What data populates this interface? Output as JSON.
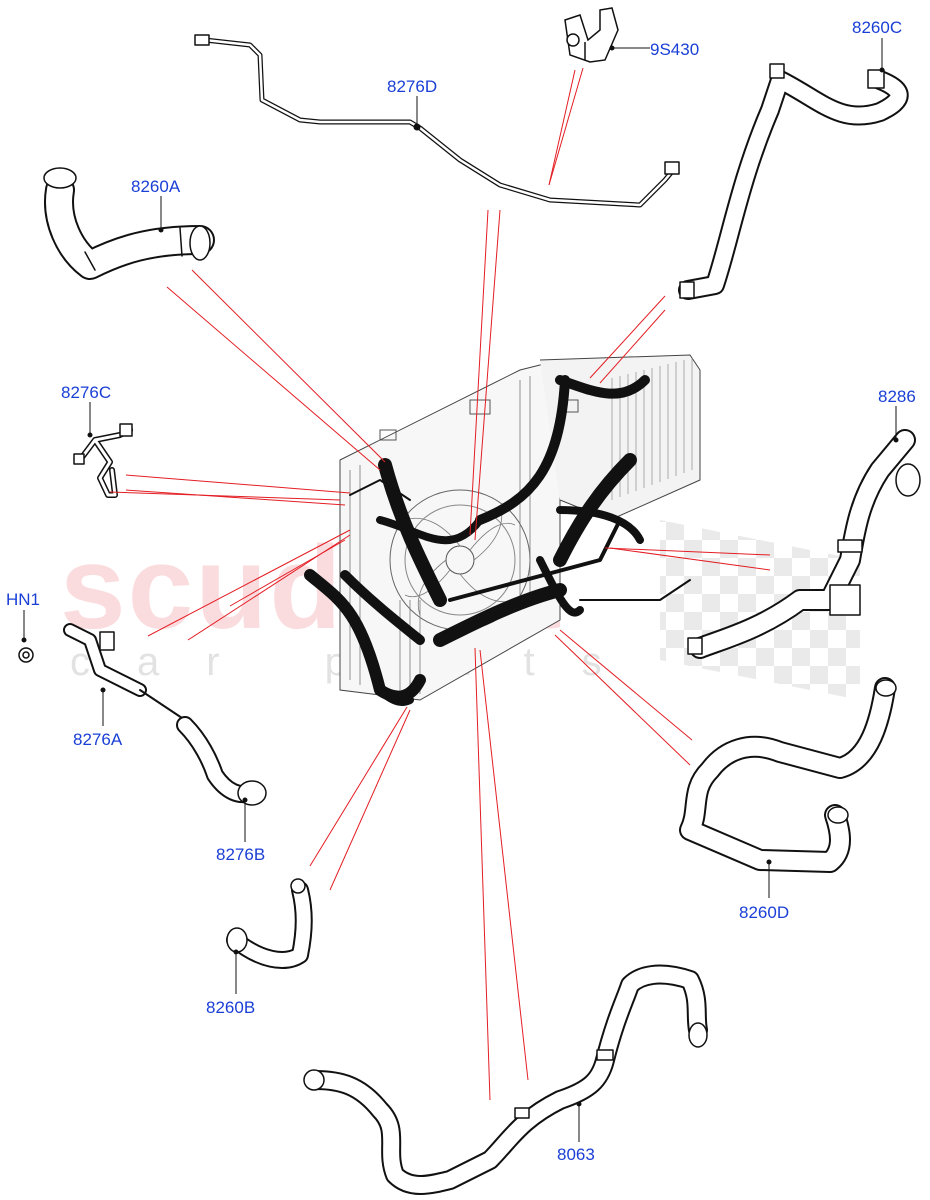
{
  "watermark": {
    "brand": "scuderia",
    "sub": "car parts"
  },
  "colors": {
    "label": "#1a3fd6",
    "leader": "#e31e24",
    "line": "#000000"
  },
  "callouts": {
    "c_9S430": "9S430",
    "c_8260C": "8260C",
    "c_8276D": "8276D",
    "c_8260A": "8260A",
    "c_8276C": "8276C",
    "c_8286": "8286",
    "c_HN1": "HN1",
    "c_8276A": "8276A",
    "c_8276B": "8276B",
    "c_8260D": "8260D",
    "c_8260B": "8260B",
    "c_8063": "8063"
  }
}
